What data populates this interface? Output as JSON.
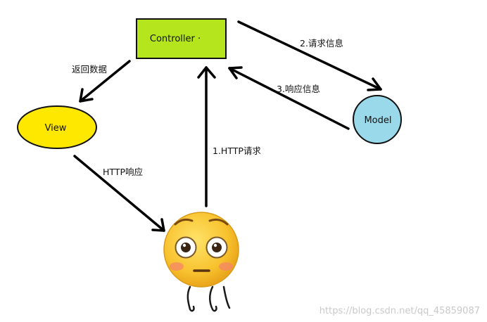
{
  "nodes": {
    "controller": {
      "label": "Controller ·",
      "fill": "#b5e61d"
    },
    "view": {
      "label": "View",
      "fill": "#ffe800"
    },
    "model": {
      "label": "Model",
      "fill": "#99d9ea"
    },
    "user": {
      "icon": "flushed-face-emoji-icon"
    }
  },
  "edges": {
    "http_request": "1.HTTP请求",
    "request_info": "2.请求信息",
    "response_info": "3.响应信息",
    "return_data": "返回数据",
    "http_response": "HTTP响应"
  },
  "watermark": "https://blog.csdn.net/qq_45859087"
}
